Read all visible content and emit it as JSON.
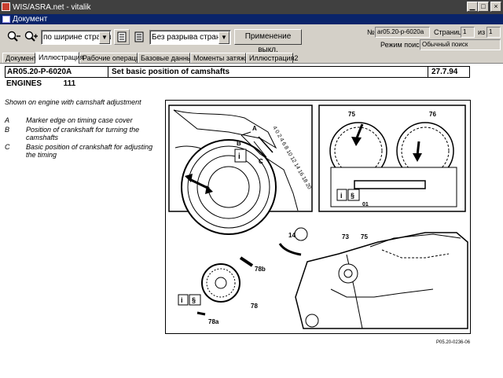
{
  "window": {
    "title": "WIS/ASRA.net - vitalik",
    "doc_title": "Документ"
  },
  "toolbar": {
    "zoom_mode": "по ширине страницы",
    "page_break_mode": "Без разрыва страниц",
    "apply_button": "Применение выкл.",
    "doc_no_label": "№",
    "doc_no_value": "ar05.20-p-6020a",
    "page_label": "Страница",
    "page_value": "1",
    "of_label": "из",
    "of_value": "1",
    "search_mode_label": "Режим поиска",
    "search_mode_value": "Обычный поиск"
  },
  "tabs": [
    "Документ",
    "Иллюстрация",
    "Рабочие операции",
    "Базовые данные",
    "Моменты затяжки",
    "Иллюстрация2"
  ],
  "active_tab": 1,
  "document": {
    "code": "AR05.20-P-6020A",
    "title": "Set basic position of camshafts",
    "date": "27.7.94",
    "engines_label": "ENGINES",
    "engines_value": "111",
    "description": "Shown on engine with camshaft adjustment",
    "notes": [
      {
        "key": "A",
        "text": "Marker edge on timing case cover"
      },
      {
        "key": "B",
        "text": "Position of crankshaft for turning the camshafts"
      },
      {
        "key": "C",
        "text": "Basic position of crankshaft for adjusting the timing"
      }
    ],
    "figure_caption": "P05.20-0236-06",
    "figure_labels": {
      "a": "A",
      "b": "B",
      "c": "C",
      "n75": "75",
      "n76": "76",
      "n01": "01",
      "n14": "14",
      "n73": "73",
      "n75b": "75",
      "n78b": "78b",
      "n78": "78",
      "n78a": "78a",
      "scale": "4 0 2 4 6 8 10 12 14 16 18 20"
    }
  }
}
